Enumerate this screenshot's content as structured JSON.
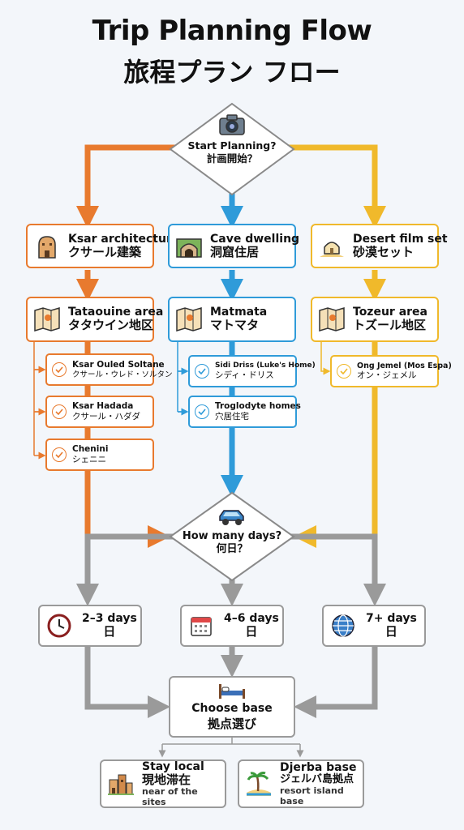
{
  "title": {
    "en": "Trip Planning Flow",
    "ja": "旅程プラン フロー"
  },
  "start": {
    "en": "Start Planning?",
    "ja": "計画開始？"
  },
  "branches": [
    {
      "title_en": "Ksar architecture",
      "title_ja": "クサール建築",
      "area_en": "Tataouine area",
      "area_ja": "タタウイン地区",
      "sites": [
        {
          "en": "Ksar Ouled Soltane",
          "ja": "クサール・ウレド・ソルタン"
        },
        {
          "en": "Ksar Hadada",
          "ja": "クサール・ハダダ"
        },
        {
          "en": "Chenini",
          "ja": "シェニニ"
        }
      ]
    },
    {
      "title_en": "Cave dwelling",
      "title_ja": "洞窟住居",
      "area_en": "Matmata",
      "area_ja": "マトマタ",
      "sites": [
        {
          "en": "Sidi Driss (Luke's Home)",
          "ja": "シディ・ドリス"
        },
        {
          "en": "Troglodyte homes",
          "ja": "穴居住宅"
        }
      ]
    },
    {
      "title_en": "Desert film set",
      "title_ja": "砂漠セット",
      "area_en": "Tozeur area",
      "area_ja": "トズール地区",
      "sites": [
        {
          "en": "Ong Jemel (Mos Espa)",
          "ja": "オン・ジェメル"
        }
      ]
    }
  ],
  "days_question": {
    "en": "How many days?",
    "ja": "何日？"
  },
  "durations": [
    {
      "en": "2–3 days",
      "ja": "日"
    },
    {
      "en": "4–6 days",
      "ja": "日"
    },
    {
      "en": "7+ days",
      "ja": "日"
    }
  ],
  "base": {
    "en": "Choose base",
    "ja": "拠点選び"
  },
  "options": [
    {
      "en": "Stay local",
      "ja": "現地滞在",
      "note": "near of the sites"
    },
    {
      "en": "Djerba base",
      "ja": "ジェルバ島拠点",
      "note": "resort island base"
    }
  ],
  "colors": {
    "orange": "#e87a2e",
    "blue": "#2f9bd9",
    "yellow": "#f0b92b",
    "gray": "#9a9a9a"
  }
}
